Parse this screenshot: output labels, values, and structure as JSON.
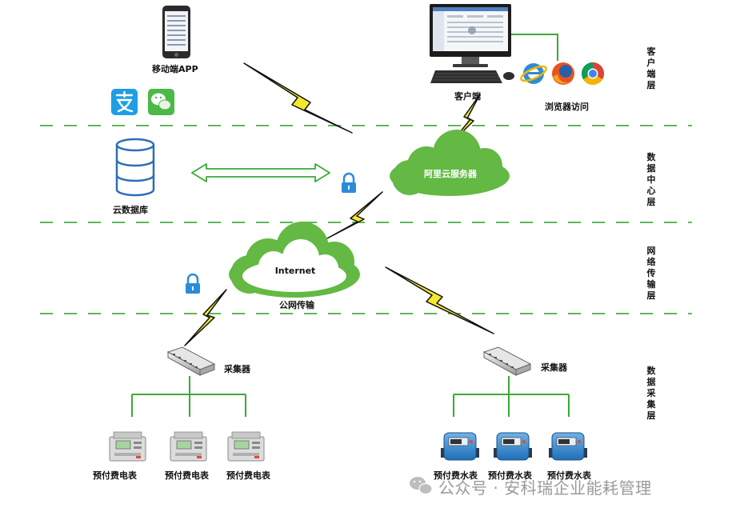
{
  "layers": [
    {
      "id": "client",
      "label": "客户端层"
    },
    {
      "id": "datacenter",
      "label": "数据中心层"
    },
    {
      "id": "network",
      "label": "网络传输层"
    },
    {
      "id": "collection",
      "label": "数据采集层"
    }
  ],
  "nodes": {
    "mobile_app": "移动端APP",
    "client": "客户端",
    "browser_access": "浏览器访问",
    "cloud_db": "云数据库",
    "aliyun_server": "阿里云服务器",
    "internet": "Internet",
    "public_network": "公网传输",
    "collector_left": "采集器",
    "collector_right": "采集器"
  },
  "meters": {
    "electric": [
      "预付费电表",
      "预付费电表",
      "预付费电表"
    ],
    "water": [
      "预付费水表",
      "预付费水表",
      "预付费水表"
    ]
  },
  "watermark": {
    "text": "公众号 · 安科瑞企业能耗管理",
    "icon": "wechat-icon"
  },
  "colors": {
    "divider": "#5cb85c",
    "cloud": "#63b943",
    "line": "#3aaa35",
    "bolt_fill": "#f3e92c",
    "bolt_stroke": "#111111"
  }
}
